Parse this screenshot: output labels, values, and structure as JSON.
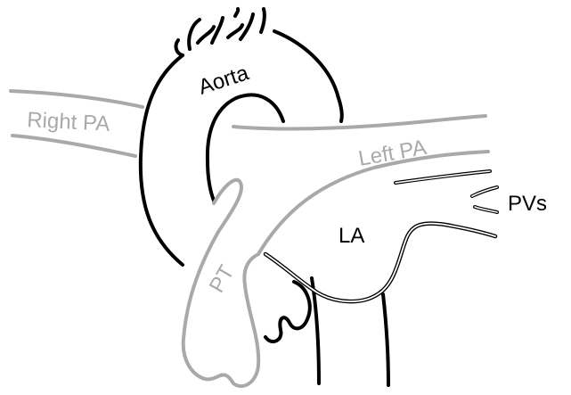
{
  "labels": {
    "aorta": "Aorta",
    "right_pa": "Right PA",
    "left_pa": "Left PA",
    "pulmonary_trunk": "PT",
    "left_atrium": "LA",
    "pulmonary_veins": "PVs"
  },
  "colors": {
    "background": "#ffffff",
    "outline": "#000000",
    "pulmonary_artery_outline": "#a9a9a9",
    "pulmonary_artery_label": "#a9a9a9",
    "primary_label": "#000000"
  }
}
